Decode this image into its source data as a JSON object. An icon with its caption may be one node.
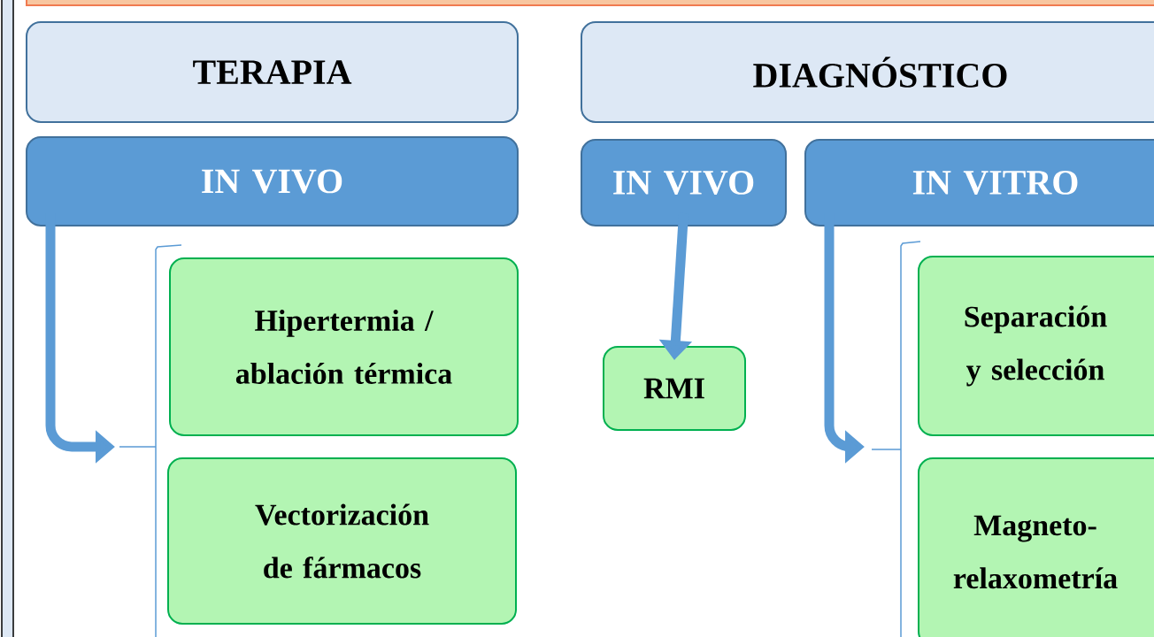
{
  "diagram": {
    "nodes": [
      {
        "text": [
          "TERAPIA"
        ]
      },
      {
        "text": [
          "DIAGNÓSTICO"
        ]
      },
      {
        "text": [
          "IN VIVO"
        ]
      },
      {
        "text": [
          "IN VIVO"
        ]
      },
      {
        "text": [
          "IN VITRO"
        ]
      },
      {
        "text": [
          "Hipertermia / ablación térmica"
        ]
      },
      {
        "text": [
          "Vectorización de fármacos"
        ]
      },
      {
        "text": [
          "RMI"
        ]
      },
      {
        "text": [
          "Separación y selección"
        ]
      },
      {
        "text": [
          "Magneto-relaxometría"
        ]
      }
    ],
    "edges": [
      {
        "from": 2,
        "to": 5,
        "arrow": "to"
      },
      {
        "from": 2,
        "to": 6,
        "arrow": "to"
      },
      {
        "from": 3,
        "to": 7,
        "arrow": "to"
      },
      {
        "from": 4,
        "to": 8,
        "arrow": "to"
      },
      {
        "from": 4,
        "to": 9,
        "arrow": "to"
      }
    ]
  }
}
